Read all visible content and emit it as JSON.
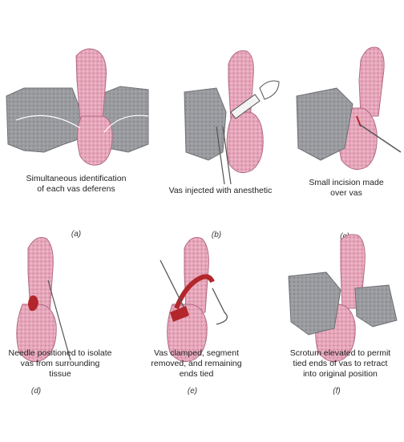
{
  "colors": {
    "tissue": "#e7a7bb",
    "tissue_stroke": "#b26a85",
    "drape": "#9a9ca0",
    "incision": "#b3262b",
    "instrument": "#f3f3f3"
  },
  "panels": [
    {
      "caption": "Simultaneous identification\nof each vas deferens",
      "label": "(a)"
    },
    {
      "caption": "Vas injected with anesthetic",
      "label": "(b)"
    },
    {
      "caption": "Small incision made\nover vas",
      "label": "(c)"
    },
    {
      "caption": "Needle positioned to isolate\nvas from surrounding\ntissue",
      "label": "(d)"
    },
    {
      "caption": "Vas clamped, segment\nremoved, and remaining\nends tied",
      "label": "(e)"
    },
    {
      "caption": "Scrotum elevated to permit\ntied ends of vas to retract\ninto original position",
      "label": "(f)"
    }
  ]
}
